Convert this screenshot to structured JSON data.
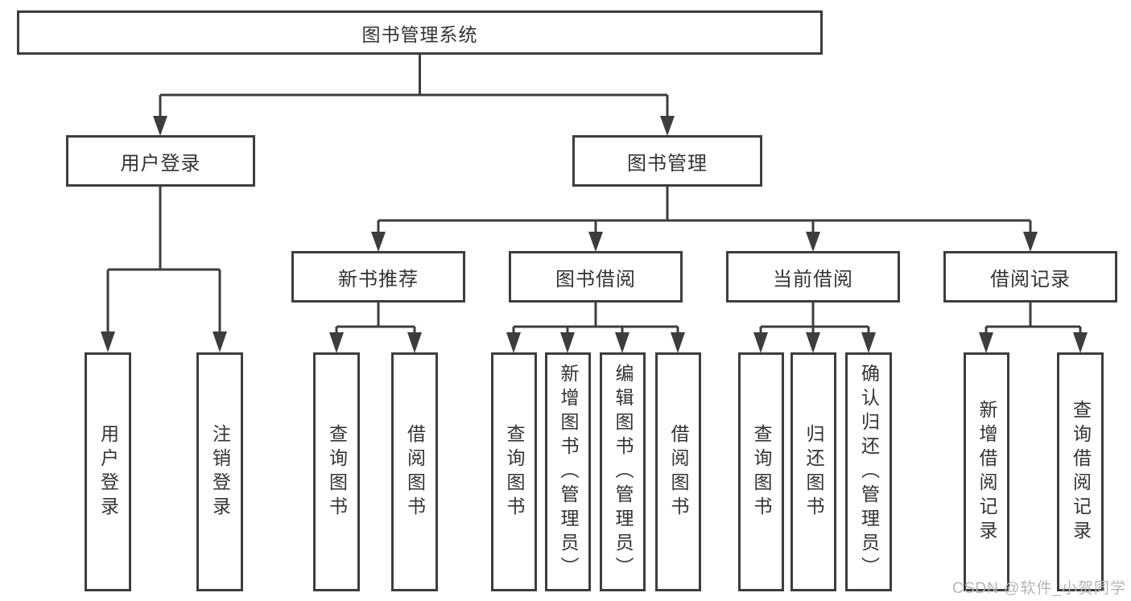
{
  "diagram": {
    "root": "图书管理系统",
    "level2": [
      "用户登录",
      "图书管理"
    ],
    "level3": [
      "新书推荐",
      "图书借阅",
      "当前借阅",
      "借阅记录"
    ],
    "leaves": [
      "用户登录",
      "注销登录",
      "查询图书",
      "借阅图书",
      "查询图书",
      "新增图书（管理员）",
      "编辑图书（管理员）",
      "借阅图书",
      "查询图书",
      "归还图书",
      "确认归还（管理员）",
      "新增借阅记录",
      "查询借阅记录"
    ]
  },
  "watermark": "CSDN @软件_小贺同学",
  "colors": {
    "line": "#3d3d3d",
    "text": "#333333",
    "watermark": "#b5b5b5",
    "background": "#ffffff"
  }
}
